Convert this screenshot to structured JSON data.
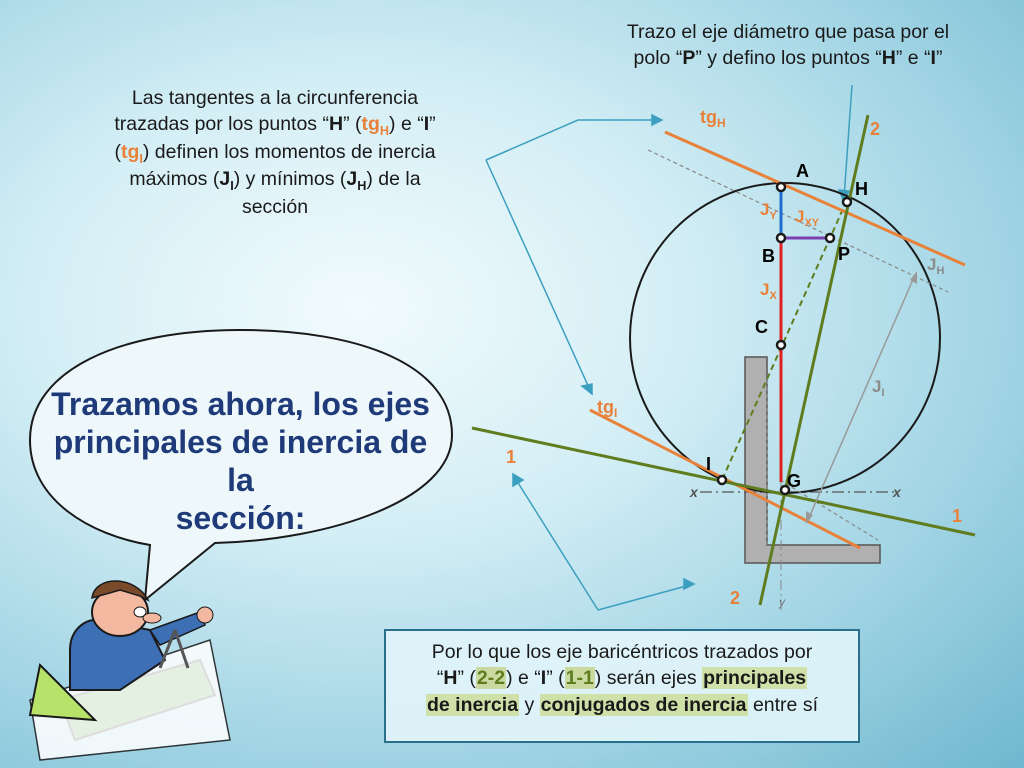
{
  "top_right_note": {
    "line1": "Trazo el eje diámetro que pasa por el",
    "pre": "polo “",
    "P": "P",
    "mid1": "” y defino los puntos “",
    "H": "H",
    "mid2": "” e “",
    "I": "I",
    "end": "”"
  },
  "left_note": {
    "line1": "Las tangentes a la circunferencia",
    "l2a": "trazadas por los puntos “",
    "H": "H",
    "l2b": "” (",
    "tgH": "tg",
    "tgH_sub": "H",
    "l2c": ") e “",
    "I": "I",
    "l2d": "”",
    "l3a": "(",
    "tgI": "tg",
    "tgI_sub": "I",
    "l3b": ") definen los momentos de inercia",
    "l4a": "máximos (",
    "J1": "J",
    "J1_sub": "I",
    "l4b": ") y mínimos (",
    "J2": "J",
    "J2_sub": "H",
    "l4c": ") de la",
    "line5": "sección"
  },
  "bubble": {
    "line1": "Trazamos ahora, los ejes",
    "line2": "principales de inercia de la",
    "line3": "sección:"
  },
  "bottom_box": {
    "line1": "Por lo que los eje baricéntricos trazados por",
    "q1": "“",
    "H": "H",
    "a": "” (",
    "h22": "2-2",
    "b": ") e “",
    "I": "I",
    "c": "” (",
    "h11": "1-1",
    "d": ") serán ejes ",
    "principales": "principales",
    "de_inercia": "de inercia",
    "y": " y ",
    "conjugados": "conjugados de inercia",
    "entre": " entre sí"
  },
  "diagram": {
    "labels": {
      "A": "A",
      "H": "H",
      "B": "B",
      "P": "P",
      "C": "C",
      "I": "I",
      "G": "G",
      "tgH": "tg",
      "tgH_sub": "H",
      "tgI": "tg",
      "tgI_sub": "I",
      "JY": "J",
      "JY_sub": "Y",
      "JXY": "J",
      "JXY_sub": "XY",
      "JX": "J",
      "JX_sub": "X",
      "JH": "J",
      "JH_sub": "H",
      "JI": "J",
      "JI_sub": "I",
      "axis2_top": "2",
      "axis2_bottom": "2",
      "axis1_left": "1",
      "axis1_right": "1",
      "x_left": "x",
      "x_right": "x",
      "y_mark": "y"
    },
    "colors": {
      "tangent": "#e8823a",
      "axis": "#5f7d1e",
      "jx": "#e02020",
      "jy": "#1f6fd0",
      "jxy": "#7a3fb0",
      "jlabel": "#e8823a",
      "gray_label": "#8c8c8c",
      "arrow": "#3d9fbf"
    }
  }
}
